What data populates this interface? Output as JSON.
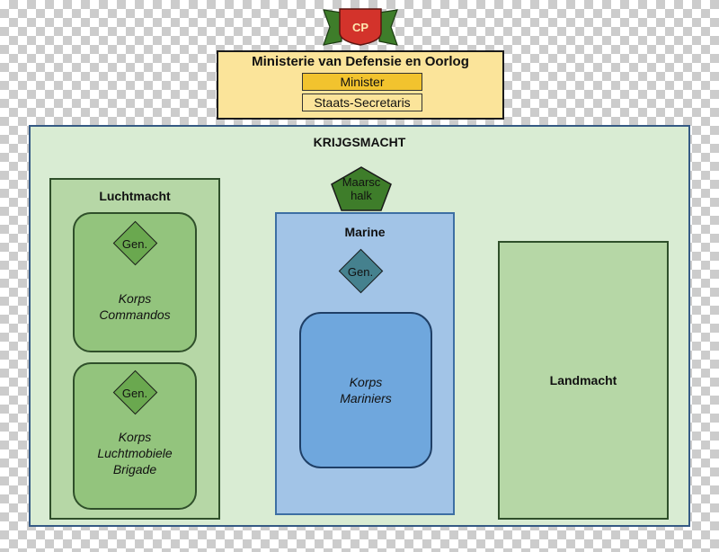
{
  "badge": {
    "label": "CP",
    "colors": {
      "ribbon": "#3e7d2a",
      "shield": "#d3332b"
    }
  },
  "ministry": {
    "title": "Ministerie van Defensie en Oorlog",
    "minister": "Minister",
    "secretaris": "Staats-Secretaris"
  },
  "krijgsmacht": {
    "title": "KRIJGSMACHT",
    "maarschalk": "Maarsc\nhalk"
  },
  "luchtmacht": {
    "title": "Luchtmacht",
    "corps": [
      {
        "rank": "Gen.",
        "label": "Korps\nCommandos"
      },
      {
        "rank": "Gen.",
        "label": "Korps\nLuchtmobiele\nBrigade"
      }
    ]
  },
  "marine": {
    "title": "Marine",
    "rank": "Gen.",
    "corps_label": "Korps\nMariniers"
  },
  "landmacht": {
    "title": "Landmacht"
  }
}
